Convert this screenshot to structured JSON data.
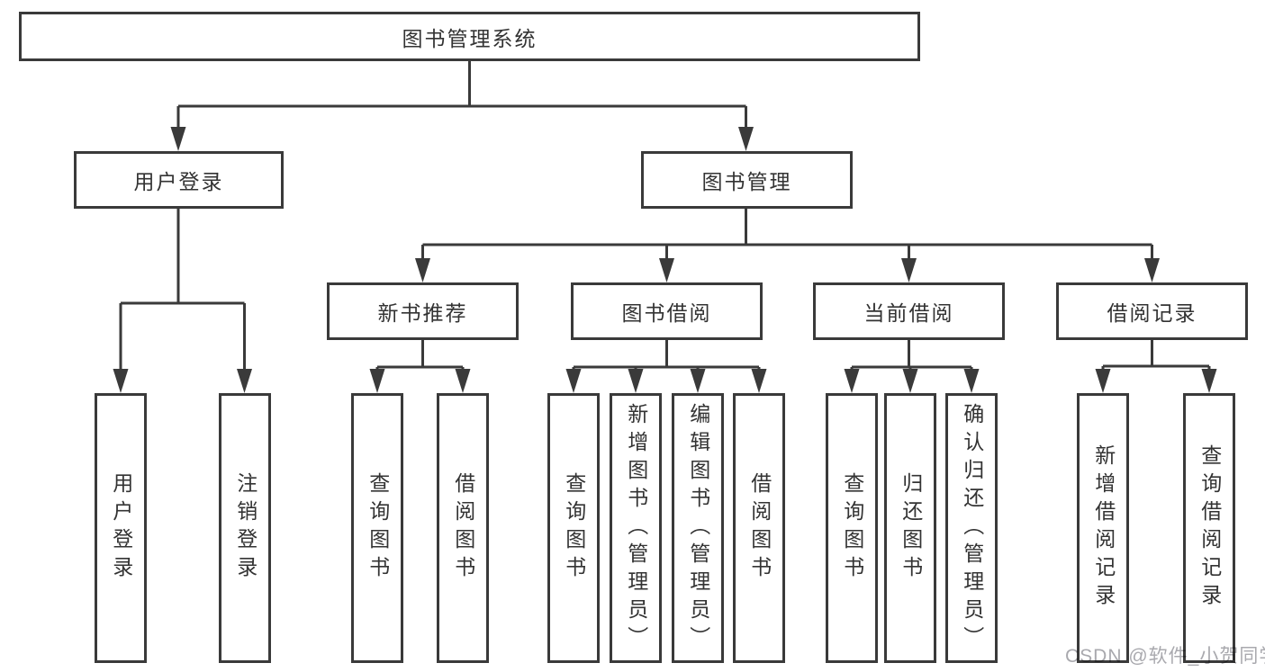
{
  "diagram_type": "hierarchy-tree",
  "tree": {
    "root": {
      "label": "图书管理系统"
    },
    "branches": [
      {
        "label": "用户登录",
        "children": [
          {
            "label": "用户登录"
          },
          {
            "label": "注销登录"
          }
        ]
      },
      {
        "label": "图书管理",
        "children": [
          {
            "label": "新书推荐",
            "children": [
              {
                "label": "查询图书"
              },
              {
                "label": "借阅图书"
              }
            ]
          },
          {
            "label": "图书借阅",
            "children": [
              {
                "label": "查询图书"
              },
              {
                "label": "新增图书（管理员）"
              },
              {
                "label": "编辑图书（管理员）"
              },
              {
                "label": "借阅图书"
              }
            ]
          },
          {
            "label": "当前借阅",
            "children": [
              {
                "label": "查询图书"
              },
              {
                "label": "归还图书"
              },
              {
                "label": "确认归还（管理员）"
              }
            ]
          },
          {
            "label": "借阅记录",
            "children": [
              {
                "label": "新增借阅记录"
              },
              {
                "label": "查询借阅记录"
              }
            ]
          }
        ]
      }
    ]
  },
  "watermark": {
    "text": "CSDN @软件_小贺同学"
  },
  "colors": {
    "line": "#3a3a3a",
    "box_border": "#3a3a3a",
    "box_fill": "#ffffff",
    "text": "#333333",
    "watermark": "#a9a9ae",
    "background": "#ffffff"
  }
}
